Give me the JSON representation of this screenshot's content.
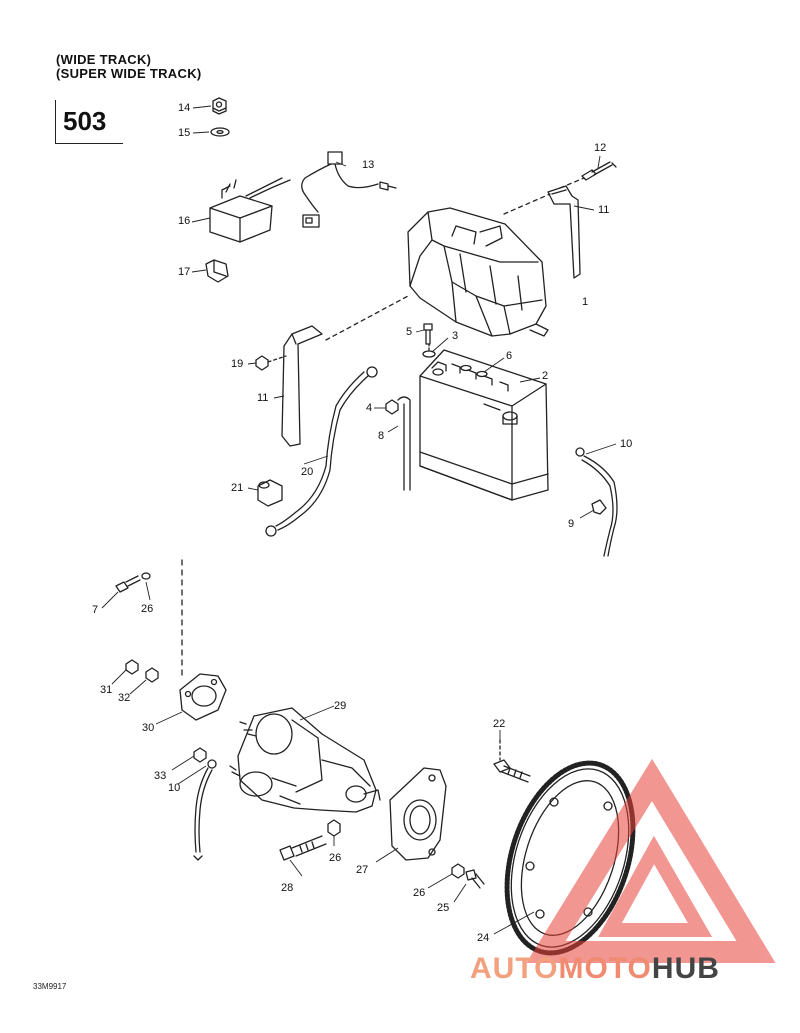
{
  "header": {
    "line1": "(WIDE TRACK)",
    "line2": "(SUPER WIDE TRACK)",
    "page_number": "503"
  },
  "callouts": [
    "14",
    "15",
    "13",
    "12",
    "16",
    "11",
    "17",
    "1",
    "5",
    "3",
    "6",
    "19",
    "2",
    "11",
    "4",
    "8",
    "10",
    "21",
    "20",
    "9",
    "7",
    "26",
    "31",
    "32",
    "30",
    "29",
    "22",
    "33",
    "10",
    "26",
    "27",
    "28",
    "26",
    "25",
    "24"
  ],
  "document_id": "33M9917",
  "watermark": {
    "part1": "AUTO",
    "part2": "MOTO",
    "part3": "HUB"
  },
  "colors": {
    "line": "#222222",
    "watermark_red": "#e8413a",
    "watermark_dark": "#444444"
  }
}
